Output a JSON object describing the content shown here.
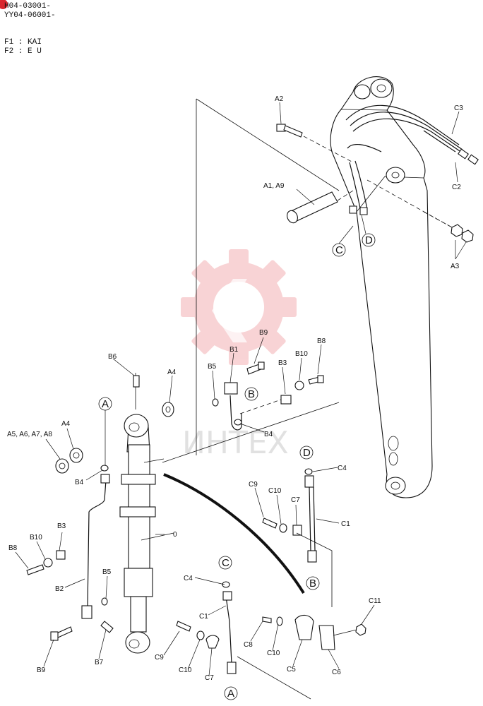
{
  "header": {
    "serial_line_1": "H04-03001-",
    "serial_line_2": "YY04-06001-",
    "variant_line_1": "F1 : KAI",
    "variant_line_2": "F2 : E U"
  },
  "watermark": {
    "text": "ИНТЕХ",
    "color": "#e8656a"
  },
  "callouts": {
    "A2": "A2",
    "C3": "C3",
    "C2": "C2",
    "A1_A9": "A1, A9",
    "A3": "A3",
    "C_top": "C",
    "D_top": "D",
    "B9_top": "B9",
    "B1": "B1",
    "B10_top": "B10",
    "B8_top": "B8",
    "B6": "B6",
    "A4_top": "A4",
    "B5_top": "B5",
    "B3_top": "B3",
    "B_mid": "B",
    "B4_mid": "B4",
    "A_mid": "A",
    "A4_left": "A4",
    "A5_group": "A5, A6, A7, A8",
    "B4_left": "B4",
    "D_right": "D",
    "C4_right": "C4",
    "C9_right": "C9",
    "C10_right": "C10",
    "C7_right": "C7",
    "C1_right": "C1",
    "zero": "0",
    "B3_left": "B3",
    "B10_left": "B10",
    "B8_left": "B8",
    "B2": "B2",
    "B5_left": "B5",
    "B_lower": "B",
    "C_lower": "C",
    "C4_lower": "C4",
    "C1_lower": "C1",
    "C11": "C11",
    "C8": "C8",
    "C10_lower": "C10",
    "C5": "C5",
    "C6": "C6",
    "B9_bottom": "B9",
    "B7": "B7",
    "C9_bottom": "C9",
    "C10_bottom": "C10",
    "C7_bottom": "C7",
    "A_bottom": "A"
  }
}
